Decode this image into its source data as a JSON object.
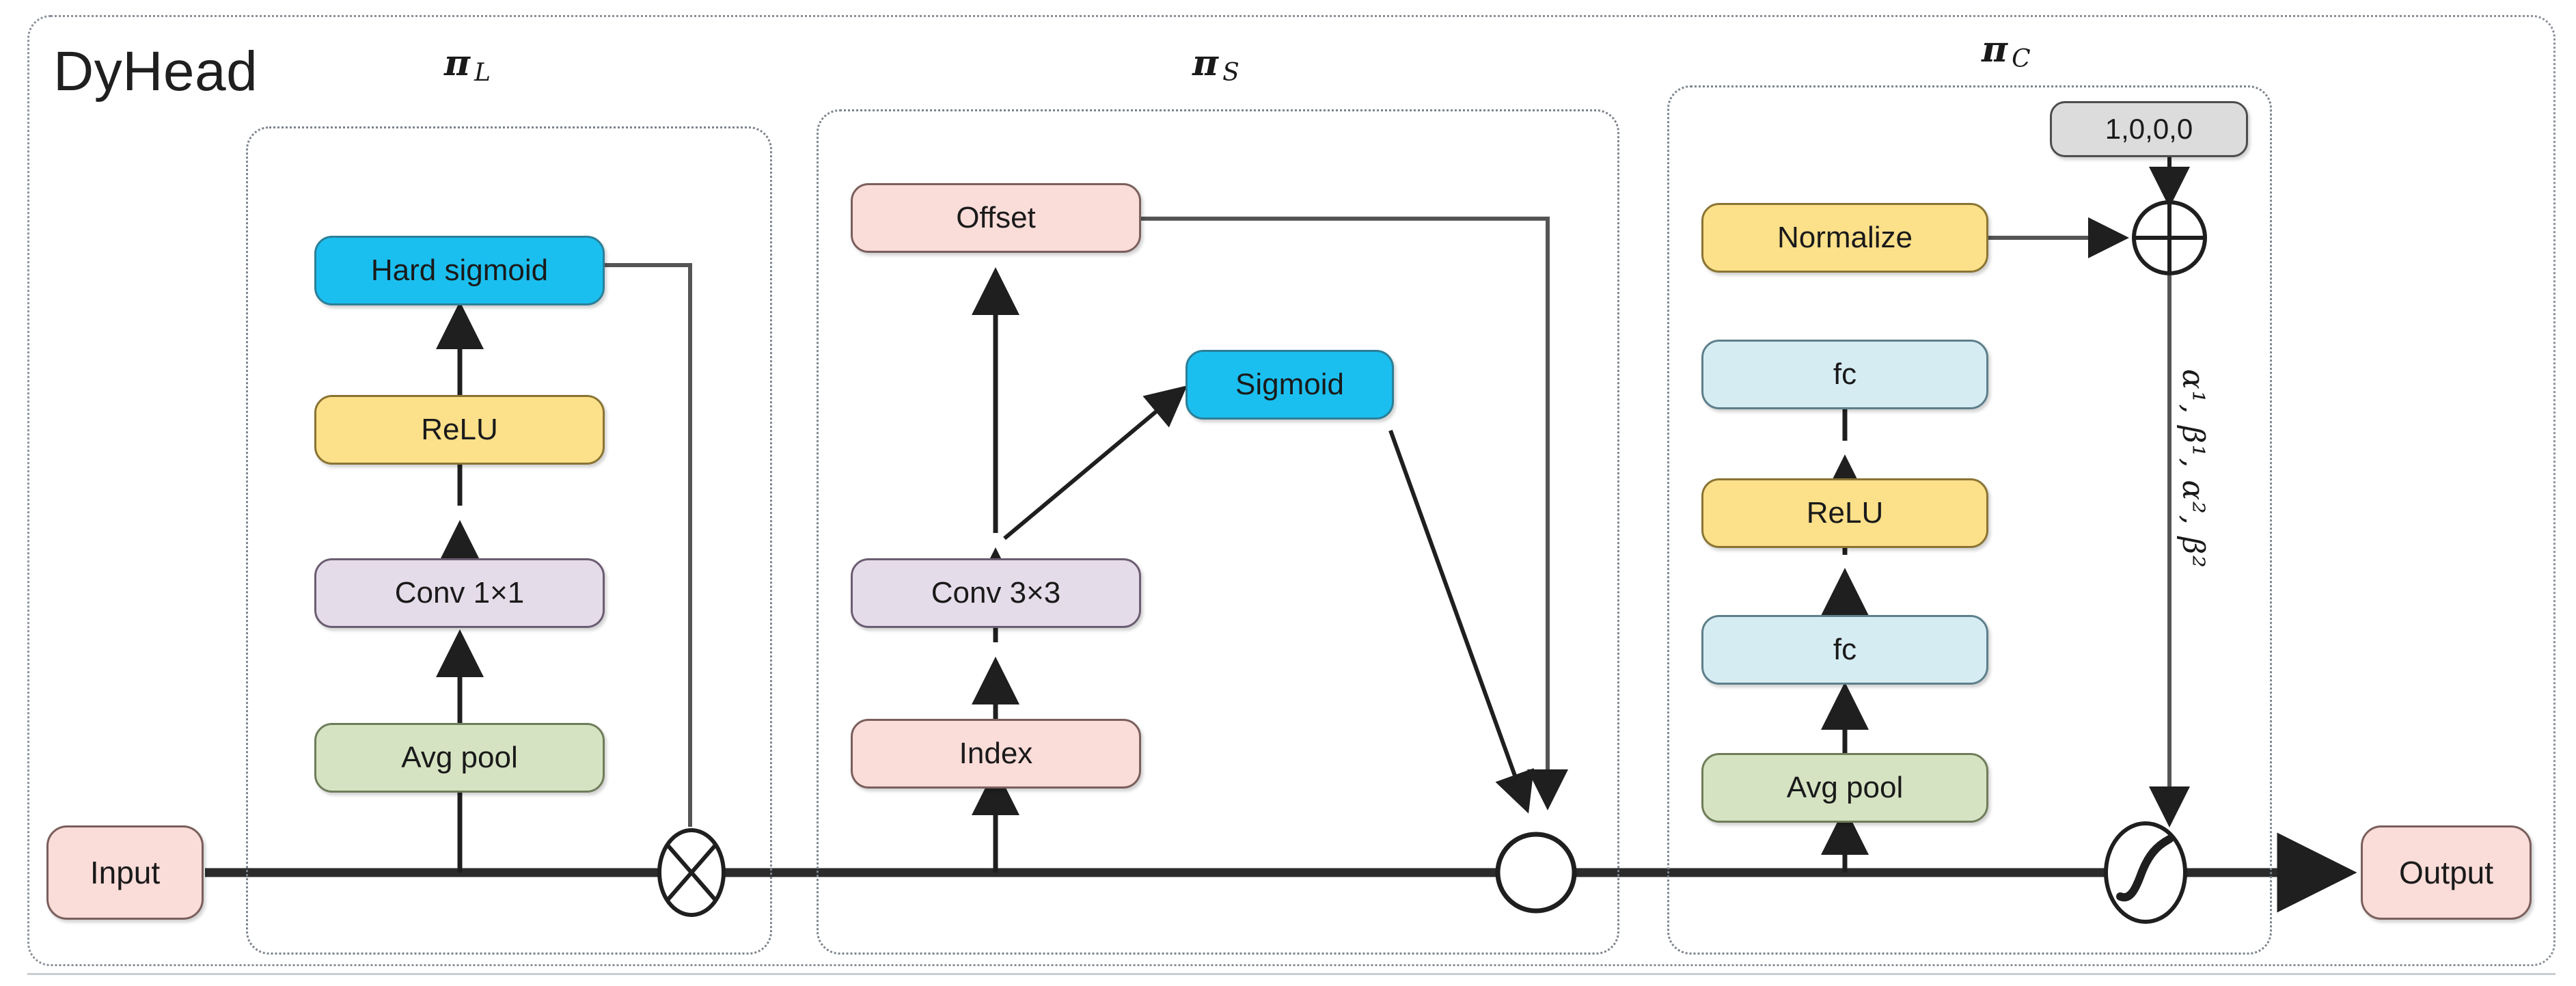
{
  "figure": {
    "title": "DyHead",
    "branches": [
      {
        "key": "pi_l",
        "pi": "π",
        "subscript": "L"
      },
      {
        "key": "pi_s",
        "pi": "π",
        "subscript": "S"
      },
      {
        "key": "pi_c",
        "pi": "π",
        "subscript": "C"
      }
    ],
    "endpoints": {
      "input": "Input",
      "output": "Output"
    },
    "pi_l_nodes": [
      {
        "label": "Hard sigmoid",
        "color": "#1BBFEF",
        "style": "cyan"
      },
      {
        "label": "ReLU",
        "color": "#FCE08A",
        "style": "yellow"
      },
      {
        "label": "Conv 1×1",
        "color": "#E5DCE9",
        "style": "purple"
      },
      {
        "label": "Avg pool",
        "color": "#D5E3C2",
        "style": "green"
      }
    ],
    "pi_s_nodes": [
      {
        "label": "Offset",
        "color": "#FADCD9",
        "style": "pink"
      },
      {
        "label": "Sigmoid",
        "color": "#1BBFEF",
        "style": "cyan"
      },
      {
        "label": "Conv 3×3",
        "color": "#E5DCE9",
        "style": "purple"
      },
      {
        "label": "Index",
        "color": "#FADCD9",
        "style": "pink"
      }
    ],
    "pi_c_nodes": [
      {
        "label": "Normalize",
        "color": "#FCE08A",
        "style": "yellow"
      },
      {
        "label": "fc",
        "color": "#D6ECF3",
        "style": "blue"
      },
      {
        "label": "ReLU",
        "color": "#FCE08A",
        "style": "yellow"
      },
      {
        "label": "fc",
        "color": "#D6ECF3",
        "style": "blue"
      },
      {
        "label": "Avg pool",
        "color": "#D5E3C2",
        "style": "green"
      }
    ],
    "init_vector": {
      "label": "1,0,0,0",
      "color": "#DCDCDC"
    },
    "greek_params": "α¹, β¹, α², β²",
    "operators": [
      {
        "name": "multiply-node",
        "glyph": "⊗"
      },
      {
        "name": "merge-node",
        "glyph": "○"
      },
      {
        "name": "add-node",
        "glyph": "⊕"
      },
      {
        "name": "activation-node",
        "glyph": "S-curve"
      }
    ],
    "colors": {
      "cyan": "#1BBFEF",
      "yellow": "#FCE08A",
      "purple": "#E5DCE9",
      "green": "#D5E3C2",
      "pink": "#FADCD9",
      "lightblue": "#D6ECF3",
      "gray": "#DCDCDC",
      "stroke": "#2b2b2b",
      "frame": "#7d838c"
    }
  }
}
